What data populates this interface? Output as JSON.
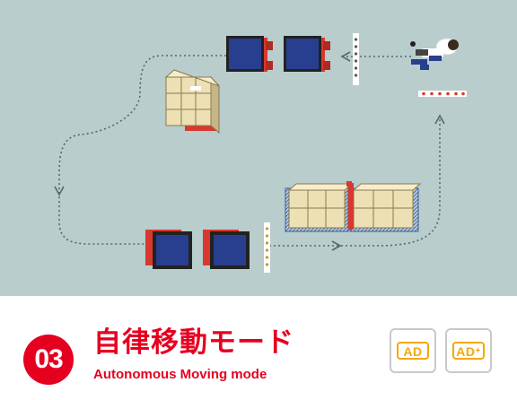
{
  "mode": {
    "number": "03",
    "title_ja": "自律移動モード",
    "title_en": "Autonomous Moving mode"
  },
  "badges": [
    {
      "label": "AD",
      "superscript": ""
    },
    {
      "label": "AD",
      "superscript": "+"
    }
  ],
  "colors": {
    "scene_background": "#b8cdcc",
    "accent_red": "#e60020",
    "badge_yellow": "#f2a900",
    "robot_blue": "#283e8f",
    "robot_red": "#d9382e",
    "pallet_box": "#ede0b4",
    "path_line": "#55686a"
  }
}
